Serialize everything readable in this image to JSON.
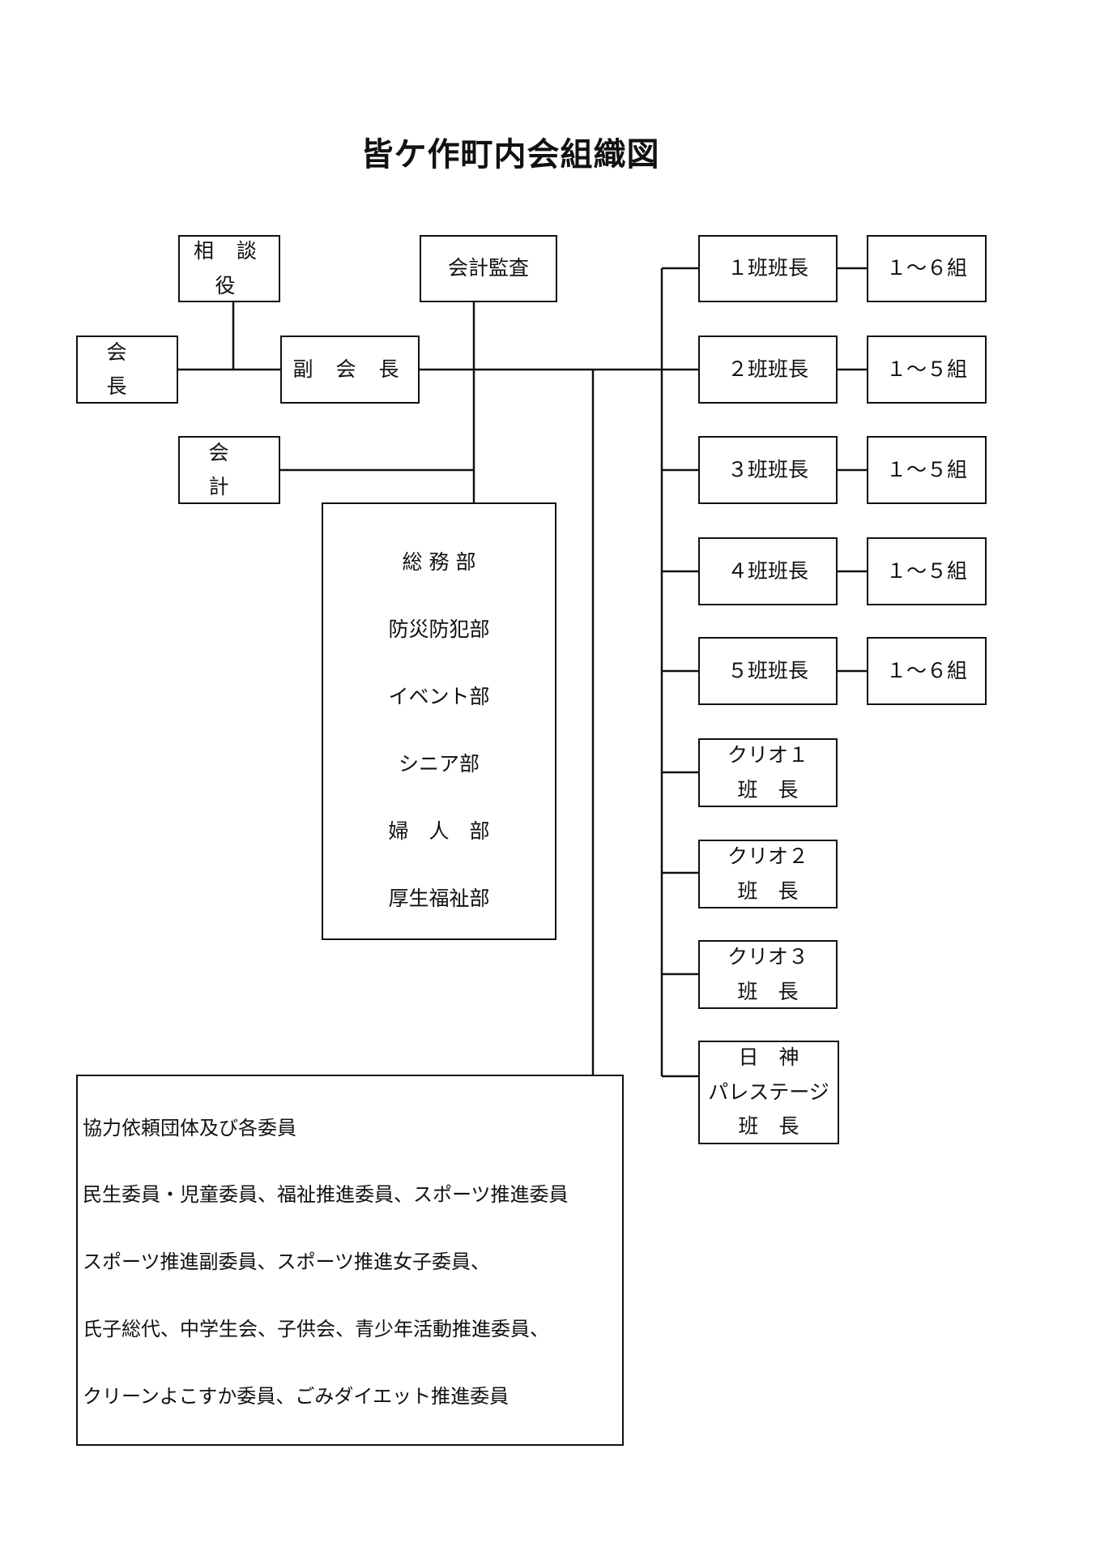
{
  "title": "皆ケ作町内会組織図",
  "nodes": {
    "soudanyaku": "相 談 役",
    "kaikei_kansa": "会計監査",
    "kaicho": "会　長",
    "fuku_kaicho": "副 会 長",
    "kaikei": "会 計"
  },
  "departments": [
    "総 務 部",
    "防災防犯部",
    "イベント部",
    "シニア部",
    "婦　人　部",
    "厚生福祉部"
  ],
  "han": [
    {
      "leader": "１班班長",
      "groups": "１～６組"
    },
    {
      "leader": "２班班長",
      "groups": "１～５組"
    },
    {
      "leader": "３班班長",
      "groups": "１～５組"
    },
    {
      "leader": "４班班長",
      "groups": "１～５組"
    },
    {
      "leader": "５班班長",
      "groups": "１～６組"
    }
  ],
  "special_han": [
    {
      "line1": "クリオ１",
      "line2": "班　長"
    },
    {
      "line1": "クリオ２",
      "line2": "班　長"
    },
    {
      "line1": "クリオ３",
      "line2": "班　長"
    },
    {
      "line1": "日　神",
      "line2": "パレステージ",
      "line3": "班　長"
    }
  ],
  "cooperation": {
    "heading": "協力依頼団体及び各委員",
    "lines": [
      "民生委員・児童委員、福祉推進委員、スポーツ推進委員",
      "スポーツ推進副委員、スポーツ推進女子委員、",
      "氏子総代、中学生会、子供会、青少年活動推進委員、",
      "クリーンよこすか委員、ごみダイエット推進委員"
    ]
  }
}
